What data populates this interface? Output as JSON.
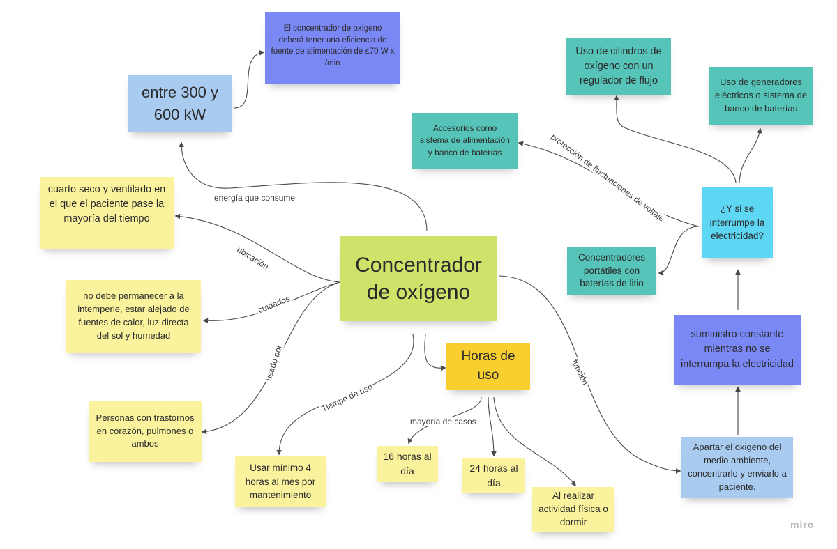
{
  "colors": {
    "yellow": "#fbf29d",
    "lime": "#cfe26a",
    "orange": "#f8cf2e",
    "teal": "#56c4b8",
    "cyan": "#5ed7f5",
    "blue": "#a9cbf0",
    "indigo": "#7a88f5",
    "connector": "#4a4a4a"
  },
  "notes": {
    "central": "Concentrador de oxígeno",
    "energia_valor": "entre 300 y 600 kW",
    "eficiencia": "El concentrador de oxígeno deberá tener una eficiencia de fuente de alimentación de ≤70 W x l/min.",
    "ubicacion": "cuarto seco y ventilado en el que el paciente pase la mayoría del tiempo",
    "cuidados": "no debe permanecer a la intemperie,  estar alejado de fuentes de calor, luz directa del sol y humedad",
    "usuarios": "Personas con trastornos en corazón, pulmones o ambos",
    "mantenimiento": "Usar mínimo 4 horas al mes por mantenimiento",
    "horas_uso": "Horas de uso",
    "horas_16": "16 horas al día",
    "horas_24": "24 horas al día",
    "actividad": "Al realizar actividad física o dormir",
    "funcion": "Apartar el oxigeno del medio ambiente, concentrarlo y enviarlo a paciente.",
    "suministro": "suministro constante mientras no se interrumpa la electricidad",
    "interrupcion": "¿Y si se interrumpe la electricidad?",
    "portatiles": "Concentradores portátiles con baterías de litio",
    "accesorios": "Accesorios como sistema de alimentación y banco de baterías",
    "cilindros": "Uso de cilindros de oxígeno con un regulador de flujo",
    "generadores": "Uso de generadores eléctricos o sistema de banco de baterías"
  },
  "labels": {
    "energia": "energía que consume",
    "ubicacion": "ubicación",
    "cuidados": "cuidados",
    "usado_por": "usado por",
    "tiempo_uso": "Tiempo de uso",
    "mayoria": "mayoría de casos",
    "funcion": "función",
    "proteccion": "protección de fluctuaciones de voltaje"
  },
  "brand": "miro"
}
